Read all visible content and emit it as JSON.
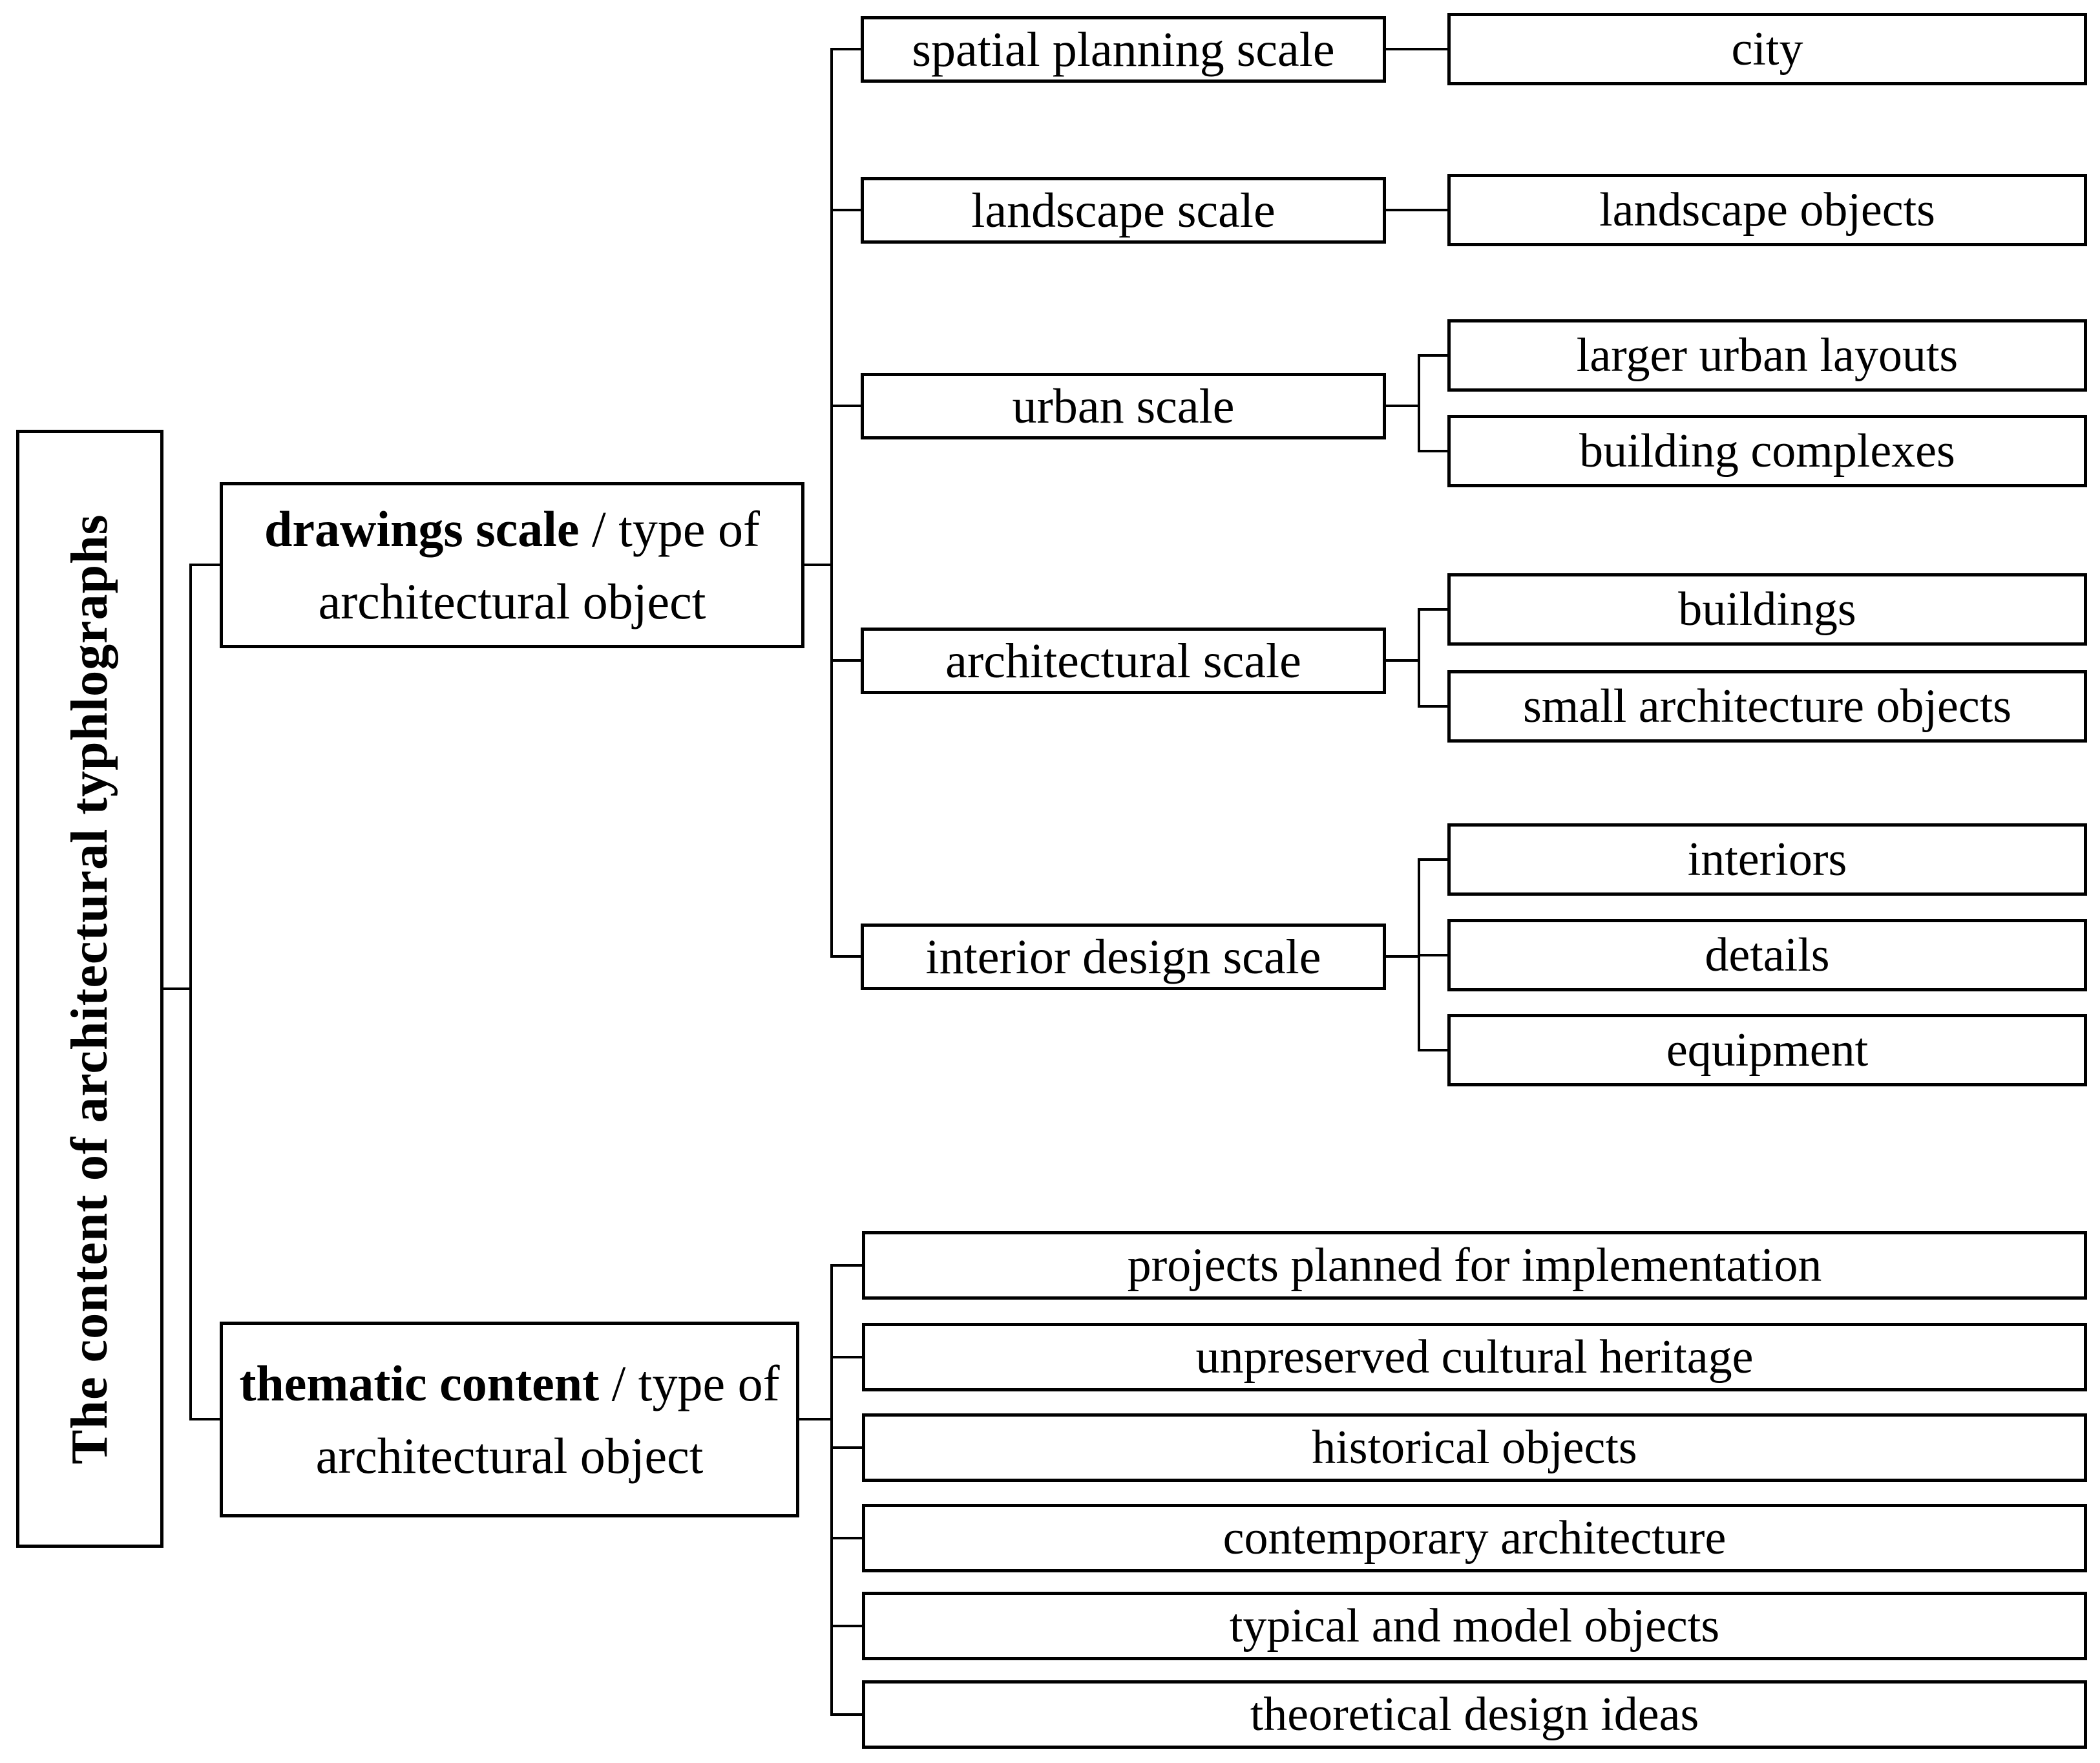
{
  "canvas": {
    "background": "#ffffff",
    "line_color": "#000000",
    "box_border_color": "#000000",
    "box_fill": "#ffffff",
    "text_color": "#000000"
  },
  "root": {
    "label": "The content of architectural typhlographs"
  },
  "branches": [
    {
      "bold": "drawings scale",
      "after_bold": " / type of",
      "line2": "architectural object",
      "scales": [
        {
          "label": "spatial planning scale",
          "children": [
            {
              "label": "city"
            }
          ]
        },
        {
          "label": "landscape scale",
          "children": [
            {
              "label": "landscape objects"
            }
          ]
        },
        {
          "label": "urban scale",
          "children": [
            {
              "label": "larger urban layouts"
            },
            {
              "label": "building complexes"
            }
          ]
        },
        {
          "label": "architectural scale",
          "children": [
            {
              "label": "buildings"
            },
            {
              "label": "small architecture objects"
            }
          ]
        },
        {
          "label": "interior design scale",
          "children": [
            {
              "label": "interiors"
            },
            {
              "label": "details"
            },
            {
              "label": "equipment"
            }
          ]
        }
      ]
    },
    {
      "bold": "thematic content",
      "after_bold": " / type of",
      "line2": "architectural object",
      "themes": [
        {
          "label": "projects planned for implementation"
        },
        {
          "label": "unpreserved cultural heritage"
        },
        {
          "label": "historical objects"
        },
        {
          "label": "contemporary architecture"
        },
        {
          "label": "typical and model objects"
        },
        {
          "label": "theoretical design ideas"
        }
      ]
    }
  ]
}
